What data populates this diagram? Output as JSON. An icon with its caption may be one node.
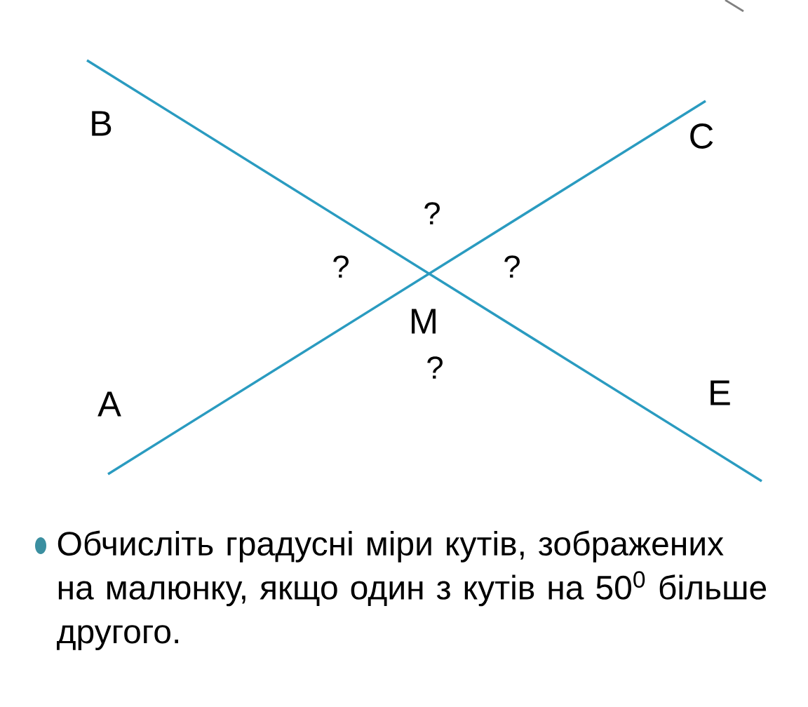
{
  "diagram": {
    "labels": [
      "B",
      "C",
      "?",
      "?",
      "?",
      "M",
      "?",
      "A",
      "E",
      "Обчисліть градусні міри кутів, зображених на малюнку, якщо один з кутів на 50$^{0}$ більше другого."
    ]
  }
}
